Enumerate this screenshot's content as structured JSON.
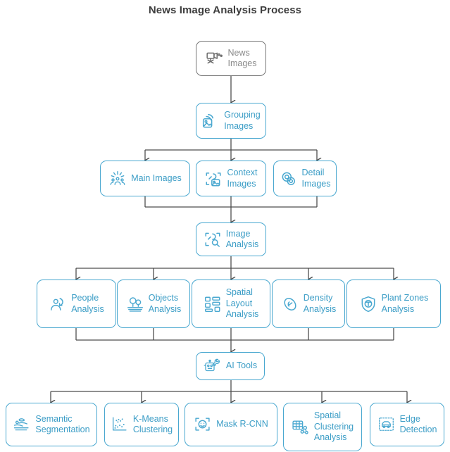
{
  "title": "News Image Analysis Process",
  "colors": {
    "accent": "#4aa8d0",
    "label": "#3b9dc6",
    "gray_node": "#767676",
    "gray_label": "#8a8a8a",
    "connector": "#4d4d4d",
    "title": "#3d3d3d",
    "background": "#ffffff"
  },
  "nodes": {
    "source": {
      "label": "News\nImages",
      "icon": "projector-tripod-icon",
      "style": "gray"
    },
    "grouping": {
      "label": "Grouping\nImages",
      "icon": "stacked-photos-icon",
      "style": "accent"
    },
    "group_children": [
      {
        "label": "Main Images",
        "icon": "crowd-people-icon",
        "style": "accent"
      },
      {
        "label": "Context\nImages",
        "icon": "scan-photo-icon",
        "style": "accent"
      },
      {
        "label": "Detail\nImages",
        "icon": "overlapping-circles-icon",
        "style": "accent"
      }
    ],
    "image_analysis": {
      "label": "Image\nAnalysis",
      "icon": "scan-search-icon",
      "style": "accent"
    },
    "analysis_children": [
      {
        "label": "People\nAnalysis",
        "icon": "person-motion-icon",
        "style": "accent"
      },
      {
        "label": "Objects\nAnalysis",
        "icon": "trees-landscape-icon",
        "style": "accent"
      },
      {
        "label": "Spatial\nLayout\nAnalysis",
        "icon": "layout-blocks-icon",
        "style": "accent"
      },
      {
        "label": "Density\nAnalysis",
        "icon": "chain-link-icon",
        "style": "accent"
      },
      {
        "label": "Plant Zones\nAnalysis",
        "icon": "shield-leaf-icon",
        "style": "accent"
      }
    ],
    "ai_tools": {
      "label": "AI Tools",
      "icon": "robot-wrench-icon",
      "style": "accent"
    },
    "tool_children": [
      {
        "label": "Semantic\nSegmentation",
        "icon": "segmentation-layers-icon",
        "style": "accent"
      },
      {
        "label": "K-Means\nClustering",
        "icon": "scatter-plot-icon",
        "style": "accent"
      },
      {
        "label": "Mask R-CNN",
        "icon": "face-detect-frame-icon",
        "style": "accent"
      },
      {
        "label": "Spatial\nClustering\nAnalysis",
        "icon": "grid-nodes-icon",
        "style": "accent"
      },
      {
        "label": "Edge\nDetection",
        "icon": "dashed-car-frame-icon",
        "style": "accent"
      }
    ]
  }
}
